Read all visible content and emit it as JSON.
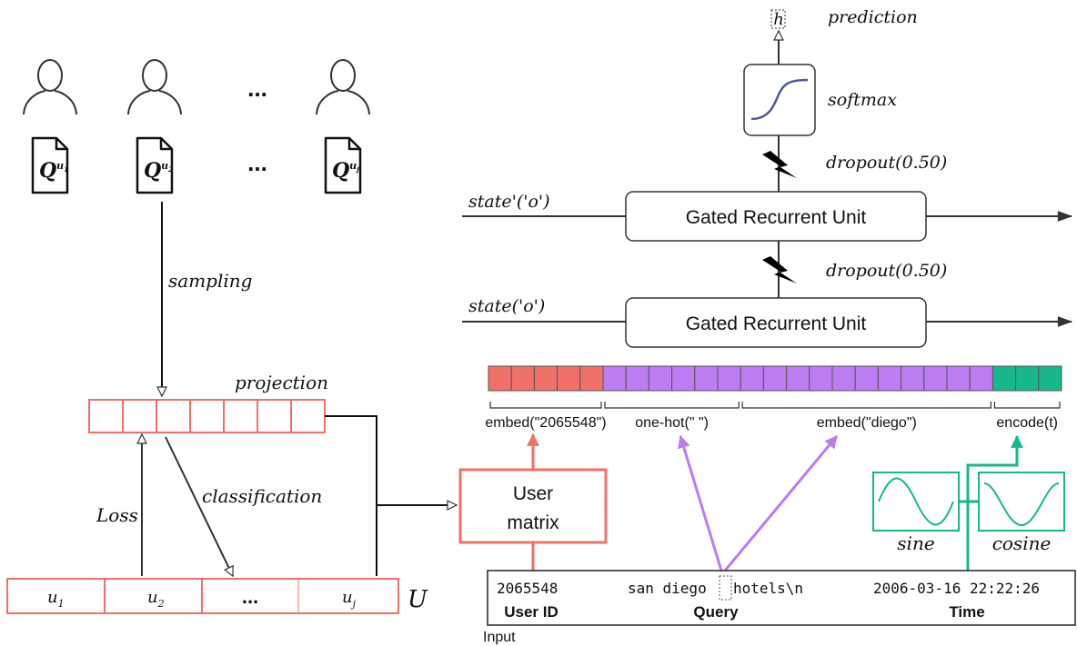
{
  "left": {
    "ellipsis": "...",
    "doc_base": "Q",
    "doc_sups": [
      "u",
      "u",
      "u"
    ],
    "doc_subs": [
      "1",
      "2",
      "j"
    ],
    "sampling": "sampling",
    "projection": "projection",
    "loss": "Loss",
    "classification": "classification",
    "user_cells": [
      "u",
      "u",
      "...",
      "u"
    ],
    "user_subs": [
      "1",
      "2",
      "",
      "j"
    ],
    "matrix_label": "U"
  },
  "user_matrix": {
    "line1": "User",
    "line2": "matrix"
  },
  "network": {
    "output_label": "h",
    "prediction": "prediction",
    "softmax": "softmax",
    "dropout_top": "dropout(0.50)",
    "dropout_bottom": "dropout(0.50)",
    "gru_top": "Gated Recurrent Unit",
    "gru_bottom": "Gated Recurrent Unit",
    "state_top": "state'('o')",
    "state_bottom": "state('o')"
  },
  "embedding": {
    "segments": [
      {
        "label": "embed(\"2065548\")",
        "color": "#f0706a",
        "cells": 5
      },
      {
        "label": "one-hot(\" \")",
        "color": "#bc7cf2",
        "cells": 6
      },
      {
        "label": "embed(\"diego\")",
        "color": "#bc7cf2",
        "cells": 11
      },
      {
        "label": "encode(t)",
        "color": "#17b88c",
        "cells": 3
      }
    ]
  },
  "time_encoding": {
    "sine": "sine",
    "cosine": "cosine"
  },
  "input": {
    "user_id_value": "2065548",
    "query_value_left": "san diego",
    "query_value_right": "hotels\\n",
    "time_value": "2006-03-16 22:22:26",
    "user_id_label": "User ID",
    "query_label": "Query",
    "time_label": "Time",
    "caption": "Input"
  },
  "colors": {
    "red": "#f0706a",
    "purple": "#bc7cf2",
    "green": "#17b88c",
    "dark": "#333333"
  }
}
